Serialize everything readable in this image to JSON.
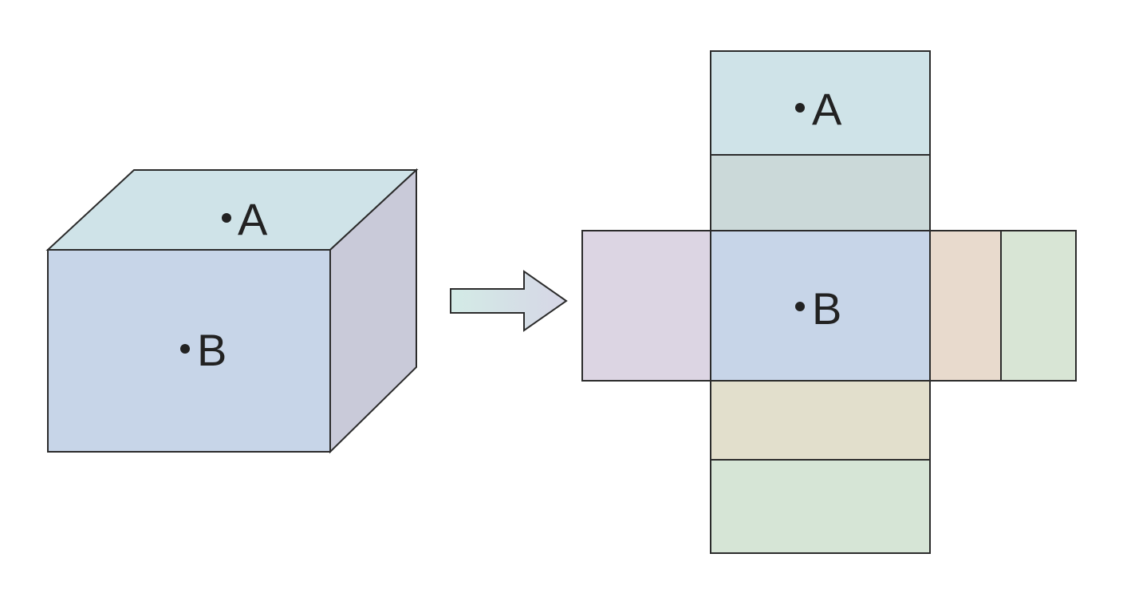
{
  "colors": {
    "outline": "#2b2b2b",
    "text": "#222222",
    "background": "#ffffff",
    "box_top": "#cfe3e8",
    "box_front": "#c7d5e8",
    "box_side": "#c9cad9",
    "net_top_face": "#cfe3e8",
    "net_upper_flap": "#cbd9d9",
    "net_center_face": "#c7d5e8",
    "net_left_face": "#dcd5e3",
    "net_right_face_inner": "#e8dacd",
    "net_right_face_outer": "#d8e5d5",
    "net_lower_flap": "#e2dfcc",
    "net_bottom_face": "#d6e5d6",
    "arrow_fill_start": "#d3ebe6",
    "arrow_fill_end": "#d6d6e6"
  },
  "box": {
    "top_point_label": "A",
    "front_point_label": "B"
  },
  "net": {
    "top_point_label": "A",
    "center_point_label": "B"
  },
  "icons": {
    "arrow": "right-arrow-icon"
  }
}
